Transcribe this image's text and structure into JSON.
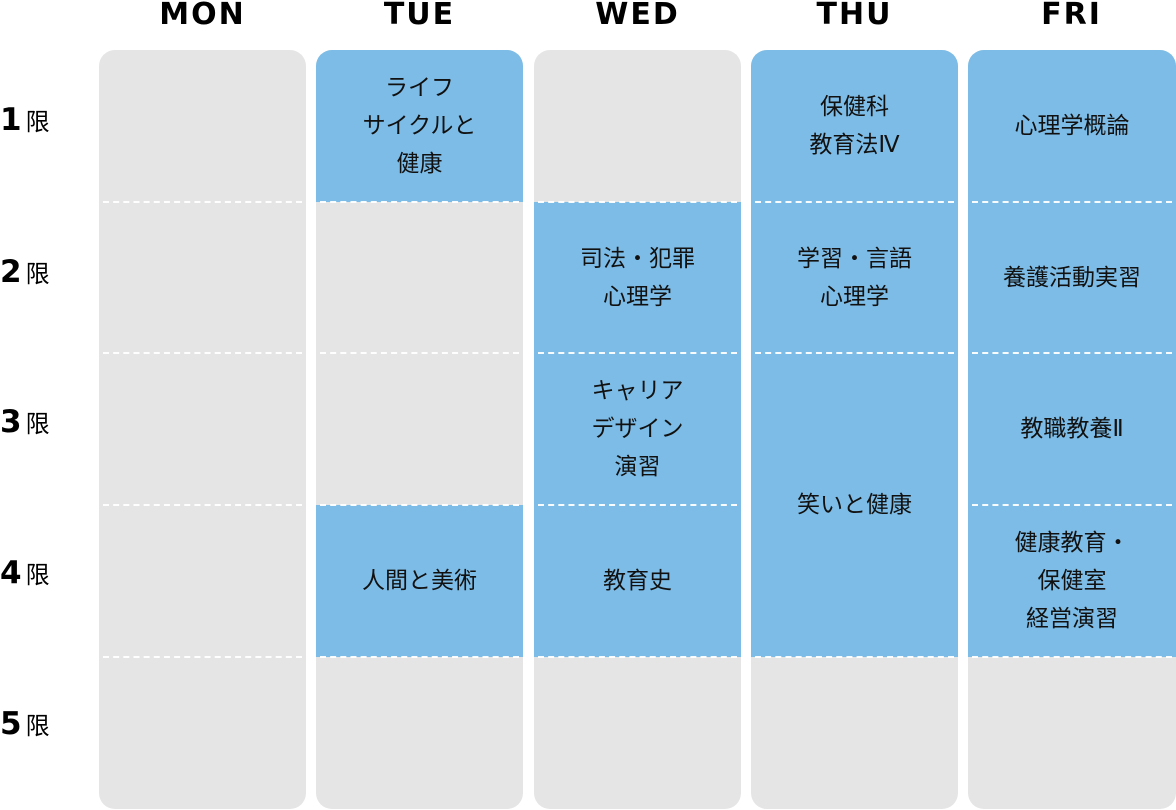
{
  "days": [
    "MON",
    "TUE",
    "WED",
    "THU",
    "FRI"
  ],
  "periods": [
    {
      "num": "1",
      "suffix": "限"
    },
    {
      "num": "2",
      "suffix": "限"
    },
    {
      "num": "3",
      "suffix": "限"
    },
    {
      "num": "4",
      "suffix": "限"
    },
    {
      "num": "5",
      "suffix": "限"
    }
  ],
  "colors": {
    "filled": "#7dbce6",
    "empty": "#e5e5e5"
  },
  "schedule": {
    "mon": {},
    "tue": {
      "p1": "ライフ\nサイクルと\n健康",
      "p4": "人間と美術"
    },
    "wed": {
      "p2": "司法・犯罪\n心理学",
      "p3": "キャリア\nデザイン\n演習",
      "p4": "教育史"
    },
    "thu": {
      "p1": "保健科\n教育法Ⅳ",
      "p2": "学習・言語\n心理学",
      "p3_4": "笑いと健康"
    },
    "fri": {
      "p1": "心理学概論",
      "p2": "養護活動実習",
      "p3": "教職教養Ⅱ",
      "p4": "健康教育・\n保健室\n経営演習"
    }
  }
}
